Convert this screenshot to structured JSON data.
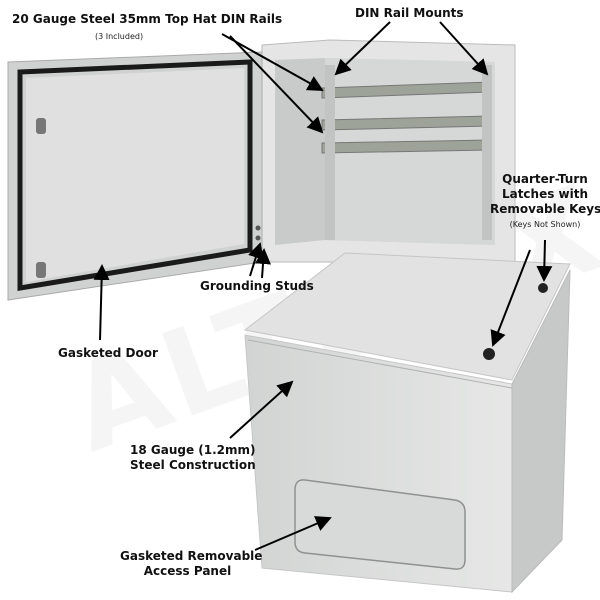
{
  "watermark": "ALTELIX",
  "callouts": {
    "din_rails": {
      "title": "20 Gauge Steel 35mm Top Hat DIN Rails",
      "note": "(3 Included)"
    },
    "din_rail_mounts": {
      "title": "DIN Rail Mounts"
    },
    "latches": {
      "line1": "Quarter-Turn",
      "line2": "Latches with",
      "line3": "Removable Keys",
      "note": "(Keys Not Shown)"
    },
    "grounding_studs": {
      "title": "Grounding Studs"
    },
    "gasketed_door": {
      "title": "Gasketed Door"
    },
    "steel_construction": {
      "line1": "18 Gauge (1.2mm)",
      "line2": "Steel Construction"
    },
    "access_panel": {
      "line1": "Gasketed Removable",
      "line2": "Access Panel"
    }
  },
  "colors": {
    "enclosure": "#dcdedd",
    "shadow": "#b9bcbb",
    "gasket": "#1a1a1a",
    "rail": "#9ea39a",
    "arrow": "#000000"
  }
}
